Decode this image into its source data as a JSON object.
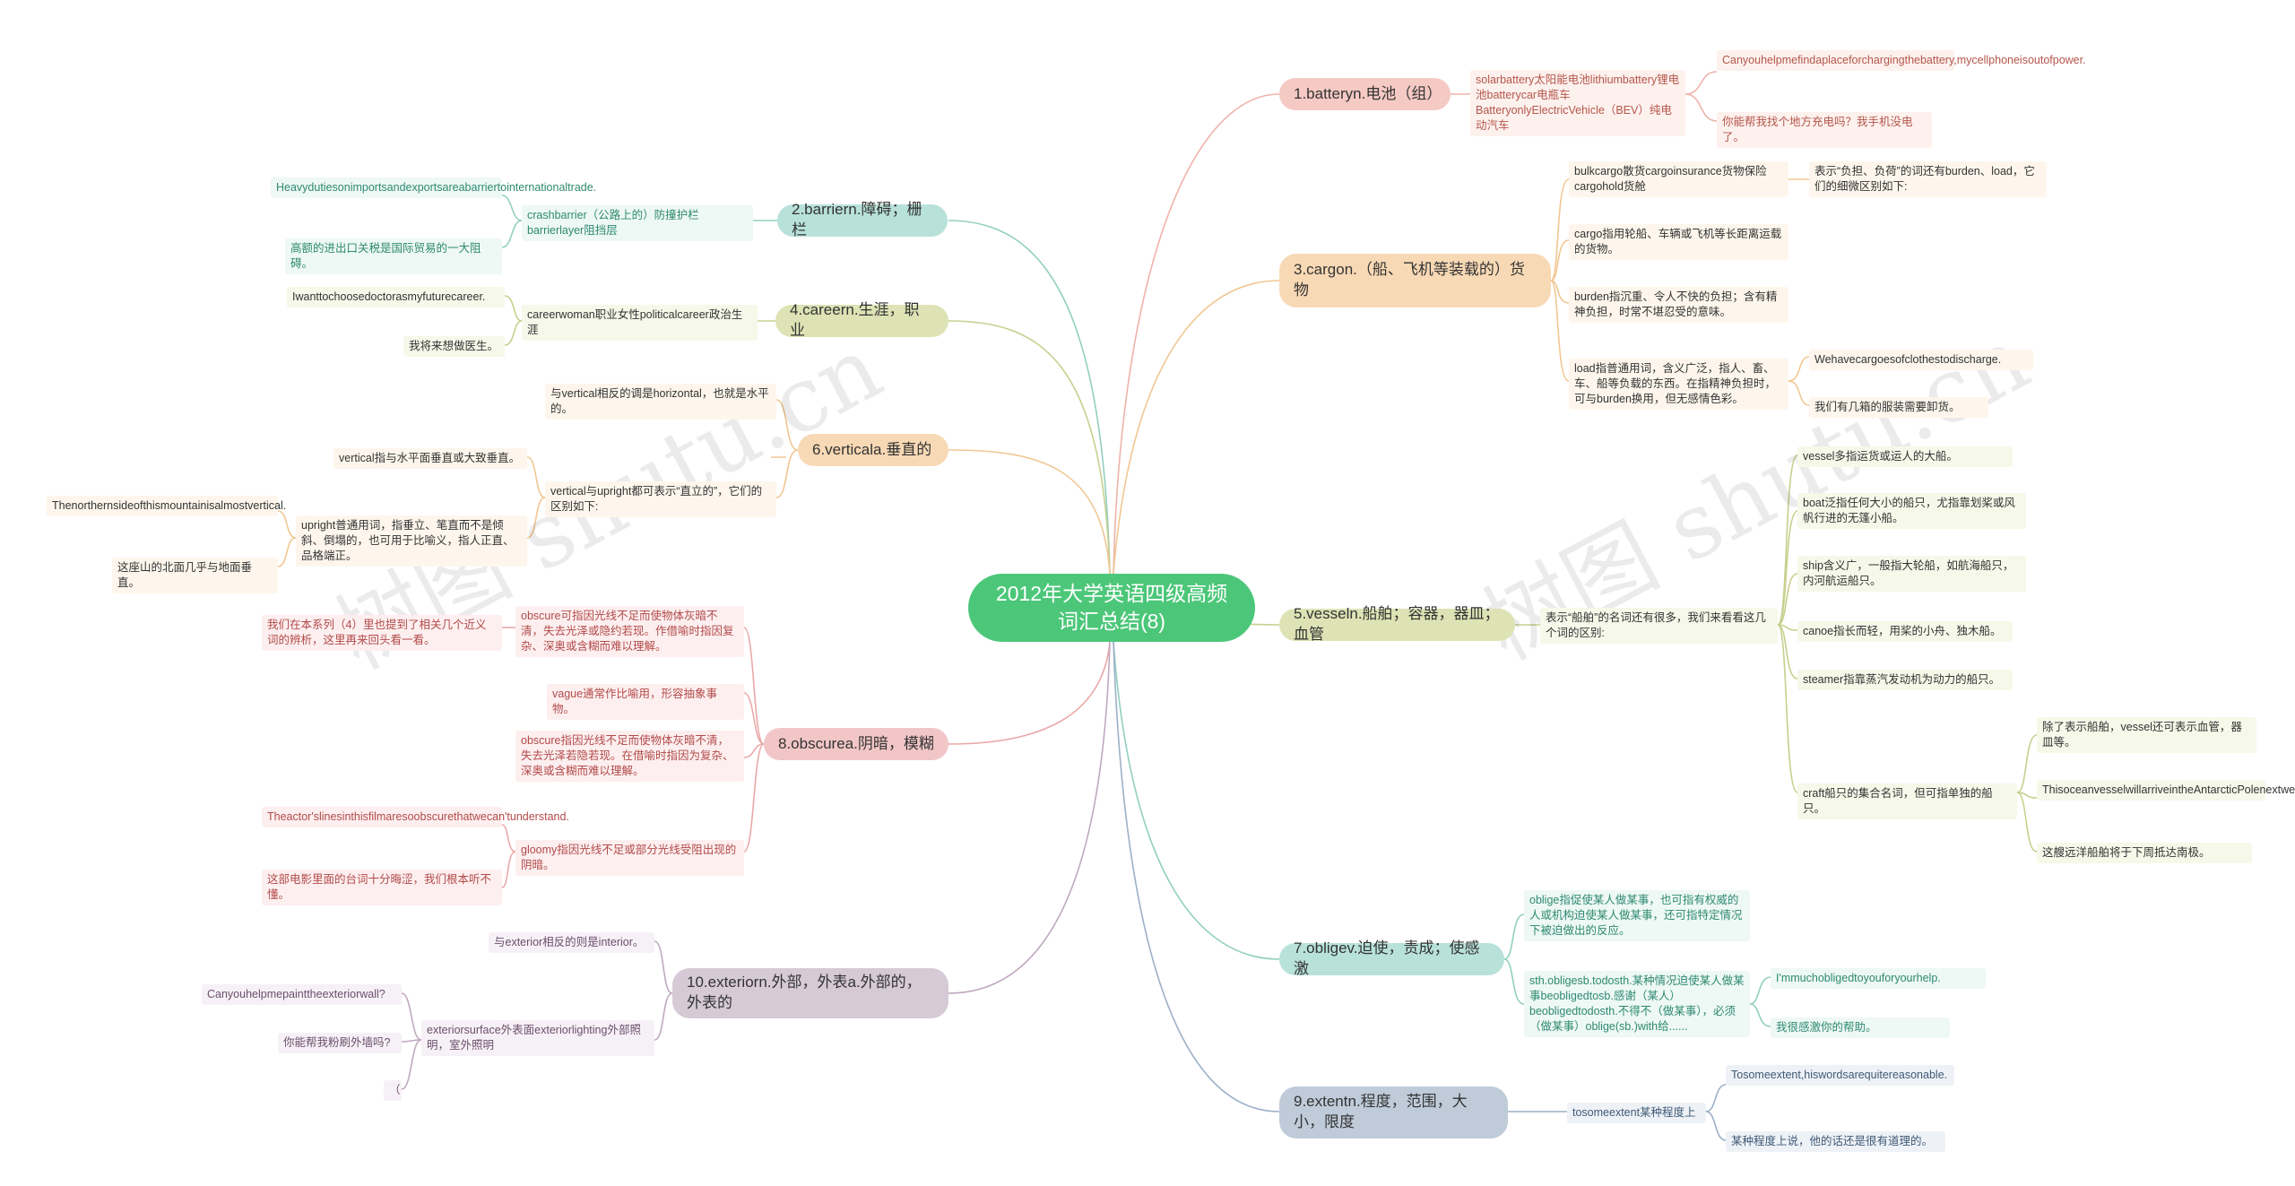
{
  "center": "2012年大学英语四级高频词汇总结(8)",
  "watermark": "树图 shutu.cn",
  "branches": {
    "b1": "1.batteryn.电池（组）",
    "b2": "2.barriern.障碍；栅栏",
    "b3": "3.cargon.（船、飞机等装载的）货物",
    "b4": "4.careern.生涯，职业",
    "b5": "5.vesseln.船舶；容器，器皿；血管",
    "b6": "6.verticala.垂直的",
    "b7": "7.obligev.迫使，责成；使感激",
    "b8": "8.obscurea.阴暗，模糊",
    "b9": "9.extentn.程度，范围，大小，限度",
    "b10": "10.exteriorn.外部，外表a.外部的，外表的"
  },
  "leaves": {
    "b1_1": "solarbattery太阳能电池lithiumbattery锂电池batterycar电瓶车BatteryonlyElectricVehicle（BEV）纯电动汽车",
    "b1_2": "Canyouhelpmefindaplaceforchargingthebattery,mycellphoneisoutofpower.",
    "b1_3": "你能帮我找个地方充电吗？我手机没电了。",
    "b2_1": "crashbarrier（公路上的）防撞护栏barrierlayer阻挡层",
    "b2_2": "Heavydutiesonimportsandexportsareabarriertointernationaltrade.",
    "b2_3": "高额的进出口关税是国际贸易的一大阻碍。",
    "b3_1": "bulkcargo散货cargoinsurance货物保险cargohold货舱",
    "b3_2": "表示“负担、负荷”的词还有burden、load，它们的细微区别如下:",
    "b3_3": "cargo指用轮船、车辆或飞机等长距离运载的货物。",
    "b3_4": "burden指沉重、令人不快的负担；含有精神负担，时常不堪忍受的意味。",
    "b3_5": "load指普通用词，含义广泛，指人、畜、车、船等负载的东西。在指精神负担时，可与burden换用，但无感情色彩。",
    "b3_6": "Wehavecargoesofclothestodischarge.",
    "b3_7": "我们有几箱的服装需要卸货。",
    "b4_1": "careerwoman职业女性politicalcareer政治生涯",
    "b4_2": "Iwanttochoosedoctorasmyfuturecareer.",
    "b4_3": "我将来想做医生。",
    "b5_1": "表示“船舶”的名词还有很多，我们来看看这几个词的区别:",
    "b5_2": "vessel多指运货或运人的大船。",
    "b5_3": "boat泛指任何大小的船只，尤指靠划桨或风帆行进的无篷小船。",
    "b5_4": "ship含义广，一般指大轮船，如航海船只，内河航运船只。",
    "b5_5": "canoe指长而轻，用桨的小舟、独木船。",
    "b5_6": "steamer指靠蒸汽发动机为动力的船只。",
    "b5_7": "craft船只的集合名词，但可指单独的船只。",
    "b5_8": "除了表示船舶，vessel还可表示血管，器皿等。",
    "b5_9": "ThisoceanvesselwillarriveintheAntarcticPolenextweek.",
    "b5_10": "这艘远洋船舶将于下周抵达南极。",
    "b6_1": "与vertical相反的调是horizontal，也就是水平的。",
    "b6_2": "vertical指与水平面垂直或大致垂直。",
    "b6_3": "vertical与upright都可表示“直立的”，它们的区别如下:",
    "b6_4": "upright普通用词，指垂立、笔直而不是倾斜、倒塌的，也可用于比喻义，指人正直、品格端正。",
    "b6_5": "Thenorthernsideofthismountainisalmostvertical.",
    "b6_6": "这座山的北面几乎与地面垂直。",
    "b7_1": "oblige指促使某人做某事，也可指有权威的人或机构迫使某人做某事，还可指特定情况下被迫做出的反应。",
    "b7_2": "sth.obligesb.todosth.某种情况迫使某人做某事beobligedtosb.感谢（某人）beobligedtodosth.不得不（做某事），必须（做某事）oblige(sb.)with给......",
    "b7_3": "I'mmuchobligedtoyouforyourhelp.",
    "b7_4": "我很感激你的帮助。",
    "b8_1": "obscure可指因光线不足而使物体灰暗不清，失去光泽或隐约若现。作借喻时指因复杂、深奥或含糊而难以理解。",
    "b8_2": "我们在本系列（4）里也提到了相关几个近义词的辨析，这里再来回头看一看。",
    "b8_3": "vague通常作比喻用，形容抽象事物。",
    "b8_4": "obscure指因光线不足而使物体灰暗不清，失去光泽若隐若现。在借喻时指因为复杂、深奥或含糊而难以理解。",
    "b8_5": "gloomy指因光线不足或部分光线受阻出现的阴暗。",
    "b8_6": "Theactor'slinesinthisfilmaresoobscurethatwecan'tunderstand.",
    "b8_7": "这部电影里面的台词十分晦涩，我们根本听不懂。",
    "b9_1": "tosomeextent某种程度上",
    "b9_2": "Tosomeextent,hiswordsarequitereasonable.",
    "b9_3": "某种程度上说，他的话还是很有道理的。",
    "b10_1": "与exterior相反的则是interior。",
    "b10_2": "exteriorsurface外表面exteriorlighting外部照明，室外照明",
    "b10_3": "Canyouhelpmepainttheexteriorwall?",
    "b10_4": "你能帮我粉刷外墙吗?",
    "b10_5": "（"
  },
  "colors": {
    "b1": "#f5c9c4",
    "b2": "#b8e2d9",
    "b3": "#f8d9b5",
    "b4": "#dde3b4",
    "b5": "#dde3b4",
    "b6": "#f8d9b5",
    "b7": "#b8e2d9",
    "b8": "#f2c6c6",
    "b9": "#bfcbd9",
    "b10": "#d6cad6"
  }
}
